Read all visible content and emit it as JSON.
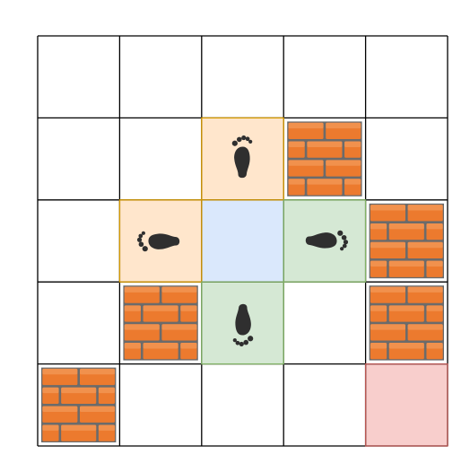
{
  "grid": {
    "rows": 5,
    "cols": 5,
    "cells": [
      [
        "empty",
        "empty",
        "empty",
        "empty",
        "empty"
      ],
      [
        "empty",
        "empty",
        "footprint-up",
        "wall",
        "empty"
      ],
      [
        "empty",
        "footprint-left",
        "agent",
        "footprint-right",
        "wall"
      ],
      [
        "empty",
        "wall",
        "footprint-down",
        "empty",
        "wall"
      ],
      [
        "wall",
        "empty",
        "empty",
        "empty",
        "goal"
      ]
    ]
  },
  "colors": {
    "grid_line": "#000000",
    "agent_fill": "#dae8fc",
    "goal_fill": "#f8cecc",
    "goal_border": "#b85450",
    "orange_fill": "#ffe6cc",
    "orange_border": "#d79b00",
    "green_fill": "#d5e8d4",
    "green_border": "#82b366",
    "brick": "#ec7a2e",
    "mortar": "#6b6b6b",
    "footprint": "#2f2f2f"
  },
  "icons": {
    "wall": "brick-wall-icon",
    "footprint": "footprint-icon"
  }
}
